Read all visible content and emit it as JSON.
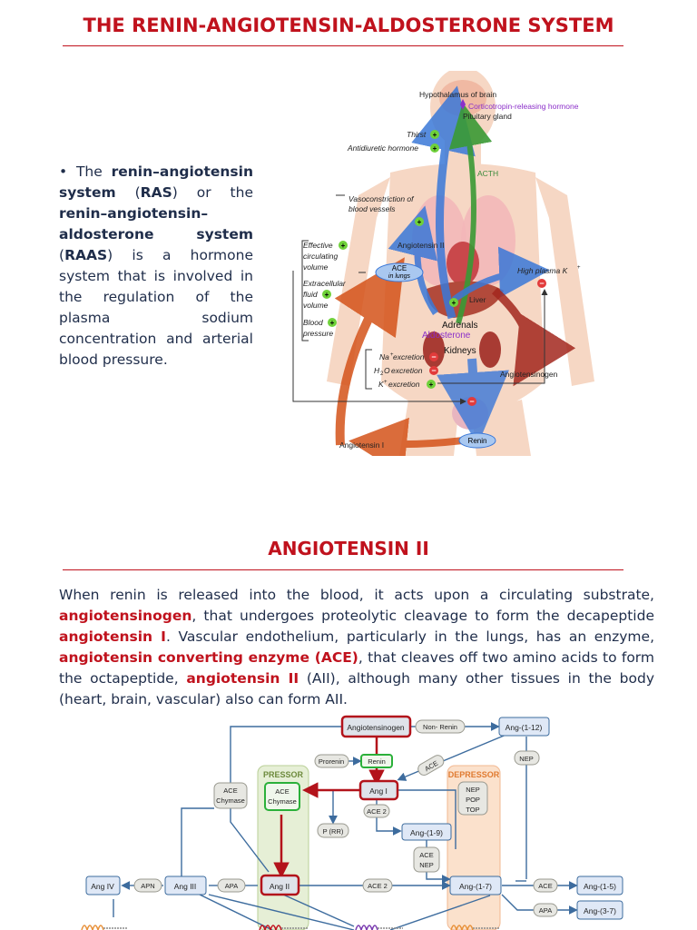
{
  "section1": {
    "title": "THE RENIN-ANGIOTENSIN-ALDOSTERONE SYSTEM",
    "bullet": "•",
    "p": [
      "The ",
      "renin–angiotensin system",
      " (",
      "RAS",
      ") or the ",
      "renin–angiotensin–aldosterone system",
      " (",
      "RAAS",
      ") is a hormone system that is involved in the regulation of the plasma sodium concentration and arterial blood pressure."
    ]
  },
  "body_diagram": {
    "labels": {
      "hypothalamus": "Hypothalamus of brain",
      "crh": "Corticotropin-releasing hormone",
      "pituitary": "Pituitary gland",
      "thirst": "Thirst",
      "adh": "Antidiuretic hormone",
      "acth": "ACTH",
      "vaso1": "Vasoconstriction of",
      "vaso2": "blood vessels",
      "eff1": "Effective",
      "eff2": "circulating",
      "eff3": "volume",
      "ecf1": "Extracellular",
      "ecf2": "fluid",
      "ecf3": "volume",
      "bp1": "Blood",
      "bp2": "pressure",
      "ang2": "Angiotensin II",
      "ace1": "ACE",
      "ace2": "in lungs",
      "highk": "High plasma K",
      "liver": "Liver",
      "adrenals": "Adrenals",
      "aldo": "Aldosterone",
      "kidneys": "Kidneys",
      "na": "Na",
      "excr": "excretion",
      "h2o": "H",
      "o": "O",
      "k": "K",
      "angiotensinogen": "Angiotensinogen",
      "renin": "Renin",
      "ang1": "Angiotensin I"
    }
  },
  "section2": {
    "title": "ANGIOTENSIN II",
    "p": [
      "When renin is released into the blood, it acts upon a circulating substrate, ",
      "angiotensinogen",
      ", that undergoes proteolytic cleavage to form the decapeptide ",
      "angiotensin I",
      ". Vascular endothelium, particularly in the lungs, has an enzyme, ",
      "angiotensin converting enzyme (ACE)",
      ", that cleaves off two amino acids to form the octapeptide, ",
      "angiotensin II",
      " (AII), although many other tissues in the body (heart, brain, vascular) also can form AII."
    ]
  },
  "pathway": {
    "angiotensinogen": "Angiotensinogen",
    "nonrenin": "Non- Renin",
    "ang112": "Ang-(1-12)",
    "prorenin": "Prorenin",
    "renin": "Renin",
    "ace_diag": "ACE",
    "nep": "NEP",
    "pressor": "PRESSOR",
    "depressor": "DEPRESSOR",
    "ace_chymase_a1": "ACE",
    "ace_chymase_a2": "Chymase",
    "ace_chymase_b1": "ACE",
    "ace_chymase_b2": "Chymase",
    "angi": "Ang I",
    "ace2_a": "ACE 2",
    "dep_nep": "NEP",
    "dep_pop": "POP",
    "dep_top": "TOP",
    "prr": "P (RR)",
    "ang19": "Ang-(1-9)",
    "acenep1": "ACE",
    "acenep2": "NEP",
    "angiv": "Ang IV",
    "apn": "APN",
    "angiii": "Ang III",
    "apa": "APA",
    "angii": "Ang II",
    "ace2_b": "ACE 2",
    "ang17": "Ang-(1-7)",
    "ace_r": "ACE",
    "ang15": "Ang-(1-5)",
    "apa_r": "APA",
    "ang37": "Ang-(3-7)"
  }
}
